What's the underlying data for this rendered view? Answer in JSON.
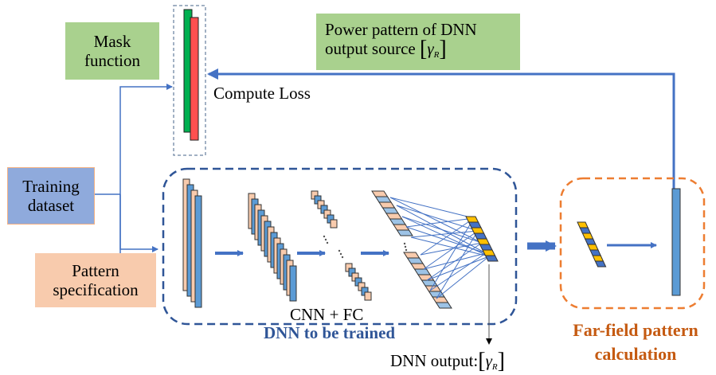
{
  "colors": {
    "green_box": "#a9d18e",
    "blue_box": "#8faadc",
    "orange_box": "#f8cbad",
    "dnn_border": "#2f5597",
    "farfield_border": "#ed7d31",
    "arrow": "#4472c4",
    "mask_green": "#00b050",
    "mask_red": "#ff5050",
    "layer_blue": "#5b9bd5",
    "layer_peach": "#f8cbad",
    "output_yellow": "#ffc000",
    "output_blue": "#4472c4",
    "farfield_title": "#c55a11",
    "dnn_title": "#2f5597"
  },
  "nodes": {
    "mask_function": "Mask\nfunction",
    "power_pattern_line1": "Power pattern of DNN",
    "power_pattern_line2": "output source",
    "training_dataset": "Training\ndataset",
    "pattern_specification": "Pattern\nspecification"
  },
  "labels": {
    "compute_loss": "Compute Loss",
    "cnn_fc": "CNN + FC",
    "dnn_title": "DNN to be trained",
    "dnn_output": "DNN output:",
    "farfield_title_line1": "Far-field pattern",
    "farfield_title_line2": "calculation",
    "gamma_symbol": "γ",
    "gamma_sub": "R",
    "bracket_open": "[",
    "bracket_close": "]"
  }
}
